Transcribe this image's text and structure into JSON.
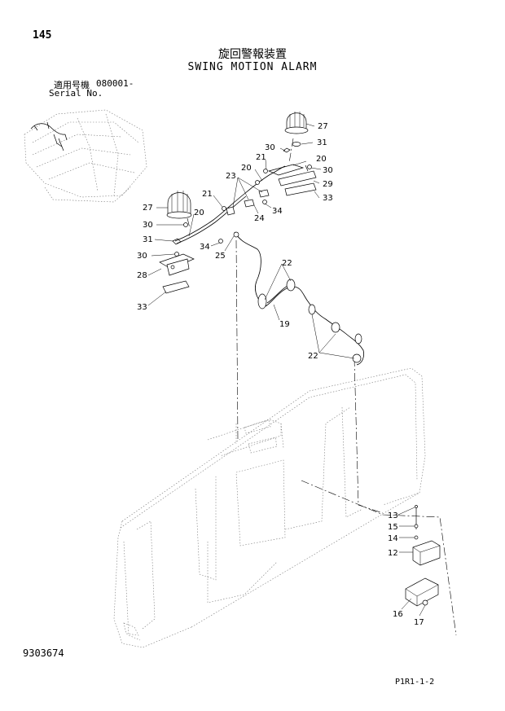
{
  "header": {
    "page_number": "145",
    "title_jp": "旋回警報装置",
    "title_en": "SWING MOTION ALARM",
    "serial_label_jp": "適用号機",
    "serial_value": "080001-",
    "serial_label_en": "Serial No."
  },
  "footer": {
    "drawing_number": "9303674",
    "page_code": "P1R1-1-2"
  },
  "callouts": {
    "c27a": "27",
    "c31a": "31",
    "c30a": "30",
    "c21a": "21",
    "c20a": "20",
    "c20b": "20",
    "c30b": "30",
    "c23": "23",
    "c29": "29",
    "c21b": "21",
    "c33a": "33",
    "c27b": "27",
    "c24": "24",
    "c34a": "34",
    "c20c": "20",
    "c30c": "30",
    "c31b": "31",
    "c34b": "34",
    "c25": "25",
    "c30d": "30",
    "c22a": "22",
    "c28": "28",
    "c33b": "33",
    "c19": "19",
    "c22b": "22",
    "c13": "13",
    "c15": "15",
    "c14": "14",
    "c12": "12",
    "c16": "16",
    "c17": "17"
  }
}
